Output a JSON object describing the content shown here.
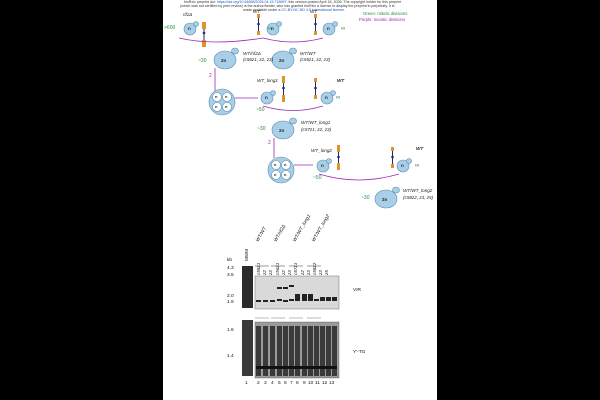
{
  "header": {
    "line1_a": "bioRxiv preprint doi: ",
    "line1_link": "https://doi.org/10.64898/2026.04.15.718697",
    "line1_b": "; this version posted April 18, 2026. The copyright holder for this preprint",
    "line2": "(which was not certified by peer review) is the author/funder, who has granted bioRxiv a license to display the preprint in perpetuity. It is",
    "line3_a": "made available under a",
    "line3_link": "CC-BY-NC-ND 4.0 International license",
    "line3_b": "."
  },
  "legend": {
    "green": "Green: mitotic divisions",
    "purple": "Purple: meiotic divisions"
  },
  "diagram": {
    "top_left_label": "rif2Δ",
    "top_mid_label": "WT",
    "top_right_label": "WT",
    "num_600": ">600",
    "inf_1": "∞",
    "inf_2": "∞",
    "n_top_a": "n",
    "n_top_b": "n",
    "n_top_c": "n",
    "num_30_a": "~30",
    "dip1_name": "WT/rif2Δ",
    "dip1_sub": "(c56z1, z2, z3)",
    "dip2_name": "WT/WT",
    "dip2_sub": "(c55z1, z2, z3)",
    "num_2_a": "2",
    "tetrad1": [
      "n",
      "n",
      "n",
      "n"
    ],
    "long1_label": "WT_long1",
    "wt_label_2": "WT",
    "n_long1": "n",
    "n_wt2": "n",
    "num_50_a": "~50",
    "inf_3": "∞",
    "num_30_b": "~30",
    "dip3_name": "WT/WT_long1",
    "dip3_sub": "(c57z1, z2, z3)",
    "num_2_b": "2",
    "tetrad2": [
      "n",
      "n",
      "n",
      "n"
    ],
    "long2_label": "WT_long2",
    "wt_label_3": "WT",
    "n_long2": "n",
    "n_wt3": "n",
    "num_50_b": "~50",
    "inf_4": "∞",
    "num_30_c": "~30",
    "dip4_name": "WT/WT_long2",
    "dip4_sub": "(c58z2, z3, z5)",
    "two_n": [
      "2n",
      "2n",
      "2n",
      "2n"
    ]
  },
  "gel": {
    "kb_label": "kb",
    "mwm_label": "MWM",
    "groups": [
      "WT/WT",
      "WT/rif2Δ",
      "WT/WT_long1",
      "WT/WT_long2"
    ],
    "lane_subs": [
      "c55z1",
      "z2",
      "z3",
      "c56z1",
      "z2",
      "z3",
      "c57z1",
      "z2",
      "z3",
      "c58z2",
      "z3",
      "z5"
    ],
    "kb_markers_top": [
      "4.3",
      "3.5",
      "2.0",
      "1.9"
    ],
    "kb_markers_bottom": [
      "1.6",
      "1.4"
    ],
    "probe_top": "VIR",
    "probe_bottom": "Y'-TG",
    "lane_numbers": [
      "1",
      "2",
      "3",
      "4",
      "5",
      "6",
      "7",
      "8",
      "9",
      "10",
      "11",
      "12",
      "13"
    ]
  },
  "colors": {
    "cell_fill": "#a9cfe8",
    "cell_stroke": "#5a8db0",
    "green": "#2a8a3a",
    "purple": "#9a2ab0",
    "telomere_orange": "#e0922e",
    "chromatid_navy": "#1d2a6b"
  }
}
